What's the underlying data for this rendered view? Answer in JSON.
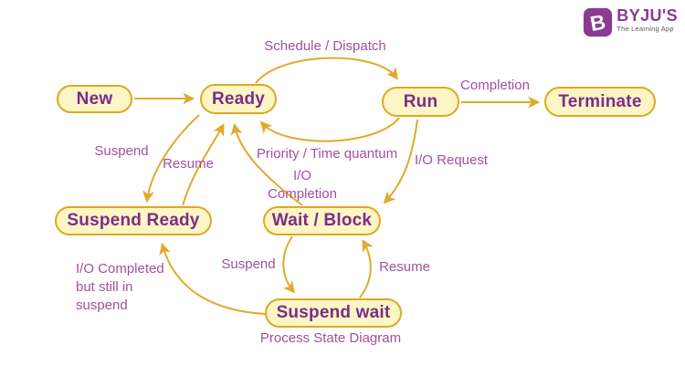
{
  "logo": {
    "brand": "BYJU'S",
    "tagline": "The Learning App",
    "icon": "byjus-b-icon",
    "brand_color": "#8A3B92",
    "tagline_color": "#58595B"
  },
  "diagram": {
    "caption": "Process State Diagram",
    "colors": {
      "state_fill": "#FCF5C4",
      "state_border": "#DEA821",
      "state_text": "#7B2C8A",
      "transition_label": "#A0519F",
      "arrow": "#E2A92B"
    },
    "states": {
      "new": {
        "label": "New"
      },
      "ready": {
        "label": "Ready"
      },
      "run": {
        "label": "Run"
      },
      "terminate": {
        "label": "Terminate"
      },
      "suspend_ready": {
        "label": "Suspend Ready"
      },
      "wait_block": {
        "label": "Wait / Block"
      },
      "suspend_wait": {
        "label": "Suspend wait"
      }
    },
    "transitions": {
      "admit": {
        "from": "New",
        "to": "Ready",
        "label": ""
      },
      "schedule": {
        "from": "Ready",
        "to": "Run",
        "label": "Schedule / Dispatch"
      },
      "completion": {
        "from": "Run",
        "to": "Terminate",
        "label": "Completion"
      },
      "preempt": {
        "from": "Run",
        "to": "Ready",
        "label": "Priority / Time quantum"
      },
      "io_request": {
        "from": "Run",
        "to": "Wait / Block",
        "label": "I/O Request"
      },
      "io_completion": {
        "from": "Wait / Block",
        "to": "Ready",
        "lines": [
          "I/O",
          "Completion"
        ]
      },
      "suspend_to_suspend_ready": {
        "from": "Ready",
        "to": "Suspend Ready",
        "label": "Suspend"
      },
      "resume_to_ready": {
        "from": "Suspend Ready",
        "to": "Ready",
        "label": "Resume"
      },
      "suspend_to_suspend_wait": {
        "from": "Wait / Block",
        "to": "Suspend wait",
        "label": "Suspend"
      },
      "resume_to_wait_block": {
        "from": "Suspend wait",
        "to": "Wait / Block",
        "label": "Resume"
      },
      "io_completed_suspend": {
        "from": "Suspend wait",
        "to": "Suspend Ready",
        "lines": [
          "I/O Completed",
          "but still in",
          "suspend"
        ]
      }
    }
  }
}
